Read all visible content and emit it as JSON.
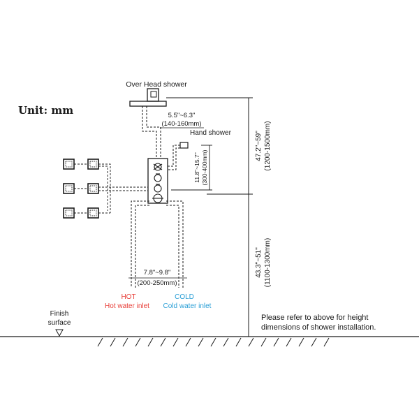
{
  "unit_label": "Unit: mm",
  "overhead_shower_label": "Over Head shower",
  "hand_shower_label": "Hand shower",
  "arm_dim_in": "5.5\"~6.3\"",
  "arm_dim_mm": "(140-160mm)",
  "hand_dim_in": "11.8\"~15.7\"",
  "hand_dim_mm": "(300-400mm)",
  "upper_dim_in": "47.2\"~59\"",
  "upper_dim_mm": "(1200-1500mm)",
  "lower_dim_in": "43.3\"~51\"",
  "lower_dim_mm": "(1100-1300mm)",
  "inlet_dim_in": "7.8\"~9.8\"",
  "inlet_dim_mm": "(200-250mm)",
  "hot_label": "HOT",
  "hot_inlet_label": "Hot water inlet",
  "cold_label": "COLD",
  "cold_inlet_label": "Cold water inlet",
  "finish_surface_line1": "Finish",
  "finish_surface_line2": "surface",
  "note_line1": "Please refer to above for height",
  "note_line2": "dimensions of shower installation.",
  "colors": {
    "hot": "#e8403a",
    "cold": "#2a9fd6",
    "line": "#1a1a1a"
  }
}
